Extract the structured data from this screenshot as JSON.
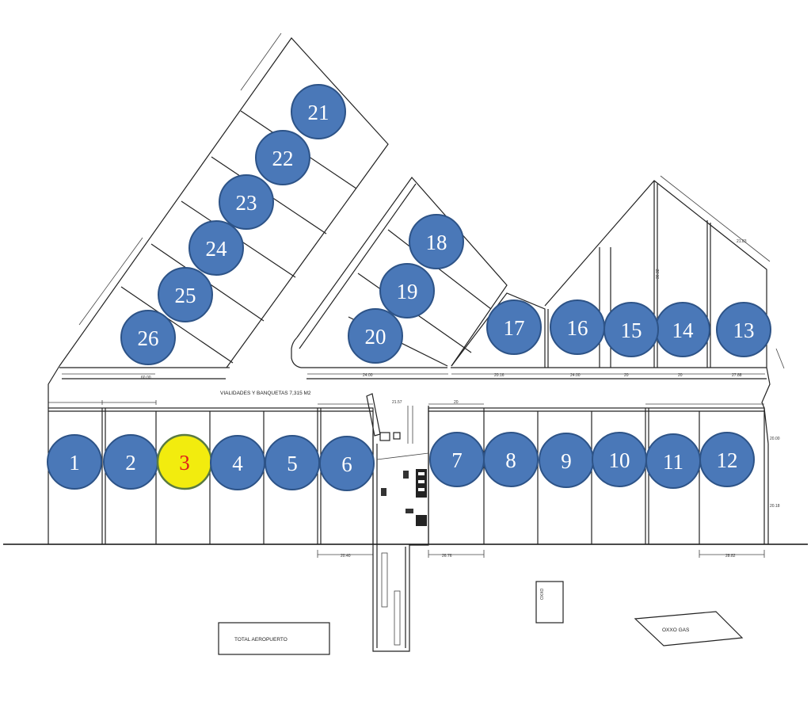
{
  "plan": {
    "road_label": "VIALIDADES Y BANQUETAS 7,315 M2",
    "landmarks": {
      "total": "TOTAL AEROPUERTO",
      "oxxo_gas": "OXXO GAS",
      "oxxo_small": "OXXO"
    },
    "dimension_labels": [
      "60.00",
      "24.00",
      "20.16",
      "24.00",
      "21.57",
      "20",
      "20",
      "20",
      "20.40",
      "27.88",
      "26.76",
      "36.32",
      "28.82",
      "21.83",
      "20.00",
      "20.18"
    ],
    "selected_color": "#f2ec0e",
    "lot_color": "#4a78b8"
  },
  "lots": [
    {
      "number": "1",
      "status": "available"
    },
    {
      "number": "2",
      "status": "available"
    },
    {
      "number": "3",
      "status": "selected"
    },
    {
      "number": "4",
      "status": "available"
    },
    {
      "number": "5",
      "status": "available"
    },
    {
      "number": "6",
      "status": "available"
    },
    {
      "number": "7",
      "status": "available"
    },
    {
      "number": "8",
      "status": "available"
    },
    {
      "number": "9",
      "status": "available"
    },
    {
      "number": "10",
      "status": "available"
    },
    {
      "number": "11",
      "status": "available"
    },
    {
      "number": "12",
      "status": "available"
    },
    {
      "number": "13",
      "status": "available"
    },
    {
      "number": "14",
      "status": "available"
    },
    {
      "number": "15",
      "status": "available"
    },
    {
      "number": "16",
      "status": "available"
    },
    {
      "number": "17",
      "status": "available"
    },
    {
      "number": "18",
      "status": "available"
    },
    {
      "number": "19",
      "status": "available"
    },
    {
      "number": "20",
      "status": "available"
    },
    {
      "number": "21",
      "status": "available"
    },
    {
      "number": "22",
      "status": "available"
    },
    {
      "number": "23",
      "status": "available"
    },
    {
      "number": "24",
      "status": "available"
    },
    {
      "number": "25",
      "status": "available"
    },
    {
      "number": "26",
      "status": "available"
    }
  ]
}
